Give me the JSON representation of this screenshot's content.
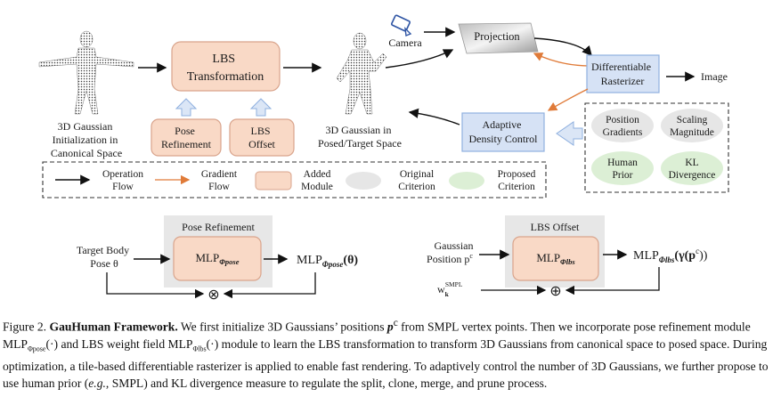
{
  "top": {
    "canonical_label": [
      "3D Gaussian",
      "Initialization in",
      "Canonical Space"
    ],
    "lbs_transform": [
      "LBS",
      "Transformation"
    ],
    "pose_refinement_box": [
      "Pose",
      "Refinement"
    ],
    "lbs_offset_box": [
      "LBS",
      "Offset"
    ],
    "posed_label": [
      "3D Gaussian in",
      "Posed/Target Space"
    ],
    "camera": "Camera",
    "projection": "Projection",
    "rasterizer": [
      "Differentiable",
      "Rasterizer"
    ],
    "image": "Image",
    "density": [
      "Adaptive",
      "Density Control"
    ],
    "criteria": [
      {
        "lines": [
          "Position",
          "Gradients"
        ],
        "kind": "original"
      },
      {
        "lines": [
          "Scaling",
          "Magnitude"
        ],
        "kind": "original"
      },
      {
        "lines": [
          "Human",
          "Prior"
        ],
        "kind": "proposed"
      },
      {
        "lines": [
          "KL",
          "Divergence"
        ],
        "kind": "proposed"
      }
    ]
  },
  "legend": {
    "operation": [
      "Operation",
      "Flow"
    ],
    "gradient": [
      "Gradient",
      "Flow"
    ],
    "added": [
      "Added",
      "Module"
    ],
    "original": [
      "Original",
      "Criterion"
    ],
    "proposed": [
      "Proposed",
      "Criterion"
    ]
  },
  "bottom_left": {
    "panel_title": "Pose Refinement",
    "input": [
      "Target Body",
      "Pose θ"
    ],
    "mlp": "MLP",
    "mlp_sub": "Φpose",
    "output_tail": "(θ)",
    "op": "⊗"
  },
  "bottom_right": {
    "panel_title": "LBS Offset",
    "input": [
      "Gaussian",
      "Position p"
    ],
    "input_sup": "c",
    "mlp": "MLP",
    "mlp_sub": "Φlbs",
    "output_tail": "(γ(p",
    "output_sup": "c",
    "output_end": "))",
    "weight": "w",
    "weight_sub": "k",
    "weight_sup": "SMPL",
    "op": "⊕"
  },
  "caption": {
    "label": "Figure 2.",
    "bold": "GauHuman Framework.",
    "t1": " We first initialize 3D Gaussians’ positions ",
    "pc": "p",
    "pc_sup": "c",
    "t2": " from SMPL vertex points. Then we incorporate pose refinement module MLP",
    "sub1": "Φpose",
    "t3": "(·) and LBS weight field MLP",
    "sub2": "Φlbs",
    "t4": "(·) module to learn the LBS transformation to transform 3D Gaussians from canonical space to posed space. During optimization, a tile-based differentiable rasterizer is applied to enable fast rendering. To adaptively control the number of 3D Gaussians, we further propose to use human prior (",
    "eg": "e.g.",
    "t5": ", SMPL) and KL divergence measure to regulate the split, clone, merge, and prune process."
  },
  "colors": {
    "added_module": "#f9d9c6",
    "module_border": "#d9a48c",
    "blue_box": "#d6e2f5",
    "blue_border": "#8fb0df",
    "original_ellipse": "#e6e6e6",
    "proposed_ellipse": "#dcefd5",
    "gradient_arrow": "#e07b39",
    "panel_bg": "#e7e7e7"
  }
}
